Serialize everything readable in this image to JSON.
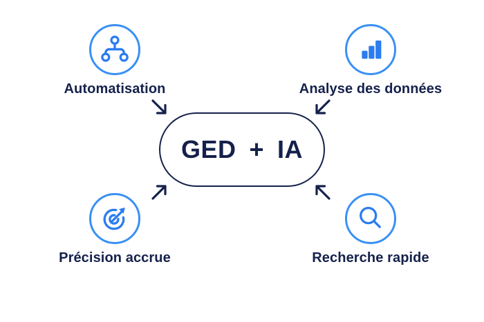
{
  "colors": {
    "navy": "#15214B",
    "icon_blue": "#2B7CEF",
    "ring_blue": "#3990F4",
    "background": "#FFFFFF"
  },
  "center_badge": {
    "left_term": "GED",
    "operator": "+",
    "right_term": "IA"
  },
  "features": [
    {
      "label": "Automatisation",
      "icon": "org-chart-icon",
      "position": "top-left"
    },
    {
      "label": "Analyse des données",
      "icon": "bar-chart-icon",
      "position": "top-right"
    },
    {
      "label": "Précision accrue",
      "icon": "target-arrow-icon",
      "position": "bottom-left"
    },
    {
      "label": "Recherche rapide",
      "icon": "search-icon",
      "position": "bottom-right"
    }
  ],
  "arrows": [
    {
      "direction": "down-right",
      "points_to": "center"
    },
    {
      "direction": "down-left",
      "points_to": "center"
    },
    {
      "direction": "up-right",
      "points_to": "center"
    },
    {
      "direction": "up-left",
      "points_to": "center"
    }
  ]
}
